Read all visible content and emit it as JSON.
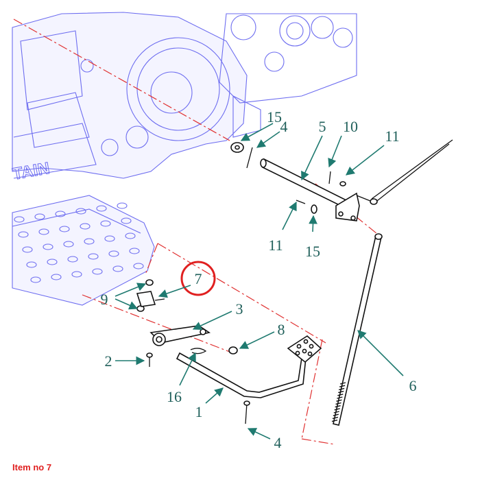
{
  "diagram": {
    "watermark_text": "TAIN",
    "callouts": [
      "1",
      "2",
      "3",
      "4",
      "4",
      "5",
      "6",
      "7",
      "8",
      "9",
      "10",
      "11",
      "11",
      "15",
      "15",
      "16"
    ],
    "highlighted_callout": "7",
    "highlight_color": "#e02020",
    "callout_color": "#1f5f5a",
    "ghost_color": "#6c6cf0"
  },
  "caption": {
    "text": "Item no 7"
  }
}
